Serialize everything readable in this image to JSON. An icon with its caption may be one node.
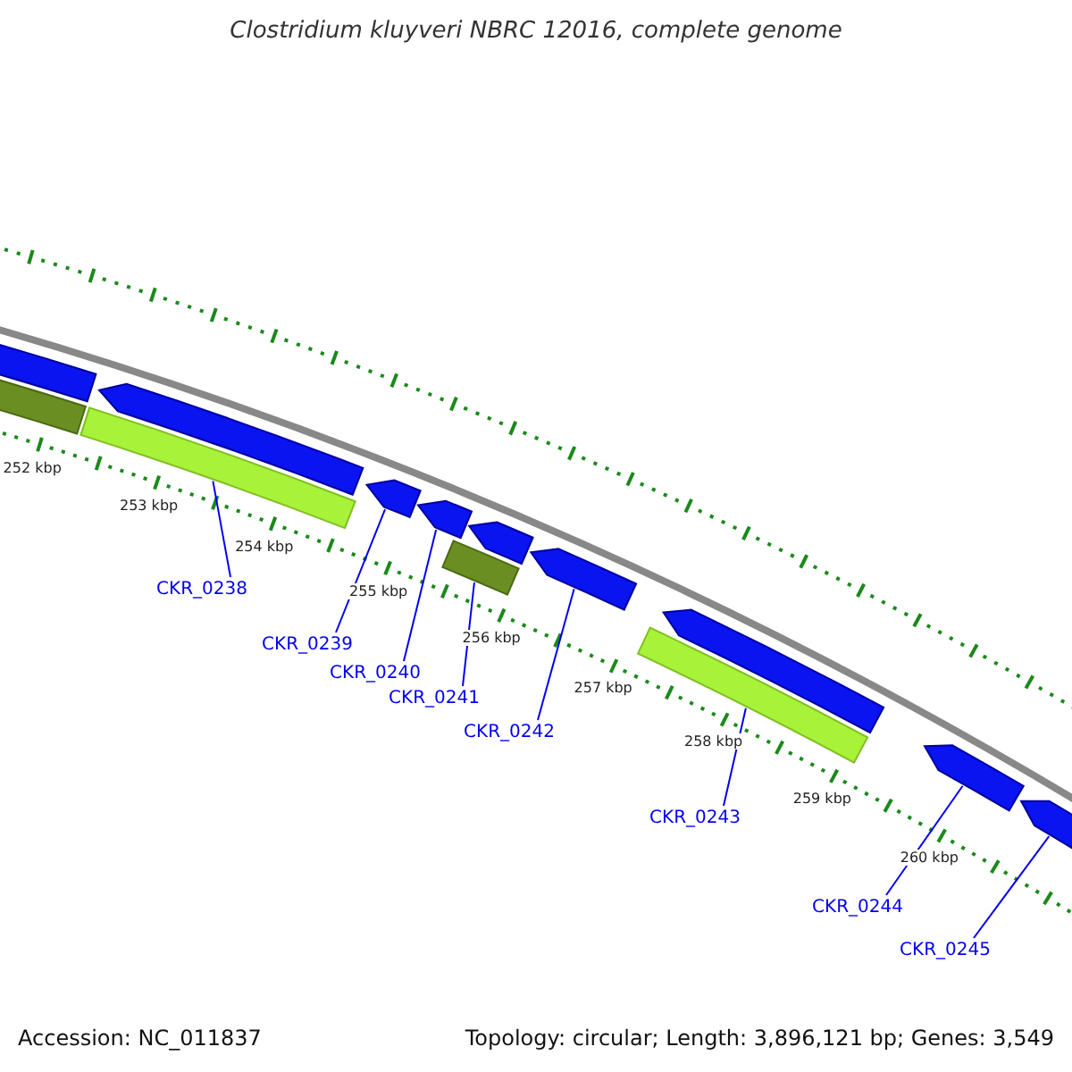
{
  "diagram": {
    "title": "Clostridium kluyveri NBRC 12016, complete genome",
    "nodes": [
      {
        "text": [],
        "shape": "arrow"
      },
      {
        "text": [],
        "shape": "arrow"
      },
      {
        "text": [],
        "shape": "arrow"
      },
      {
        "text": [],
        "shape": "arrow"
      },
      {
        "text": [],
        "shape": "arrow"
      },
      {
        "text": [],
        "shape": "arrow"
      },
      {
        "text": [],
        "shape": "arrow"
      },
      {
        "text": [],
        "shape": "arrow"
      },
      {
        "text": [],
        "shape": "arrow"
      },
      {
        "text": [],
        "shape": "bar"
      },
      {
        "text": [],
        "shape": "bar"
      },
      {
        "text": [],
        "shape": "bar"
      },
      {
        "text": [],
        "shape": "bar"
      },
      {
        "text": [
          "CKR_0238"
        ]
      },
      {
        "text": [
          "CKR_0239"
        ]
      },
      {
        "text": [
          "CKR_0240"
        ]
      },
      {
        "text": [
          "CKR_0241"
        ]
      },
      {
        "text": [
          "CKR_0242"
        ]
      },
      {
        "text": [
          "CKR_0243"
        ]
      },
      {
        "text": [
          "CKR_0244"
        ]
      },
      {
        "text": [
          "CKR_0245"
        ]
      }
    ],
    "edges": [
      {
        "from": 13,
        "to": 10,
        "arrow": "none"
      },
      {
        "from": 14,
        "to": 2,
        "arrow": "none"
      },
      {
        "from": 15,
        "to": 3,
        "arrow": "none"
      },
      {
        "from": 16,
        "to": 11,
        "arrow": "none"
      },
      {
        "from": 17,
        "to": 5,
        "arrow": "none"
      },
      {
        "from": 18,
        "to": 12,
        "arrow": "none"
      },
      {
        "from": 19,
        "to": 7,
        "arrow": "none"
      },
      {
        "from": 20,
        "to": 8,
        "arrow": "none"
      }
    ],
    "labels": [
      "252 kbp",
      "253 kbp",
      "254 kbp",
      "255 kbp",
      "256 kbp",
      "257 kbp",
      "258 kbp",
      "259 kbp",
      "260 kbp",
      "Accession: NC_011837",
      "Topology: circular; Length: 3,896,121 bp; Genes: 3,549"
    ]
  }
}
